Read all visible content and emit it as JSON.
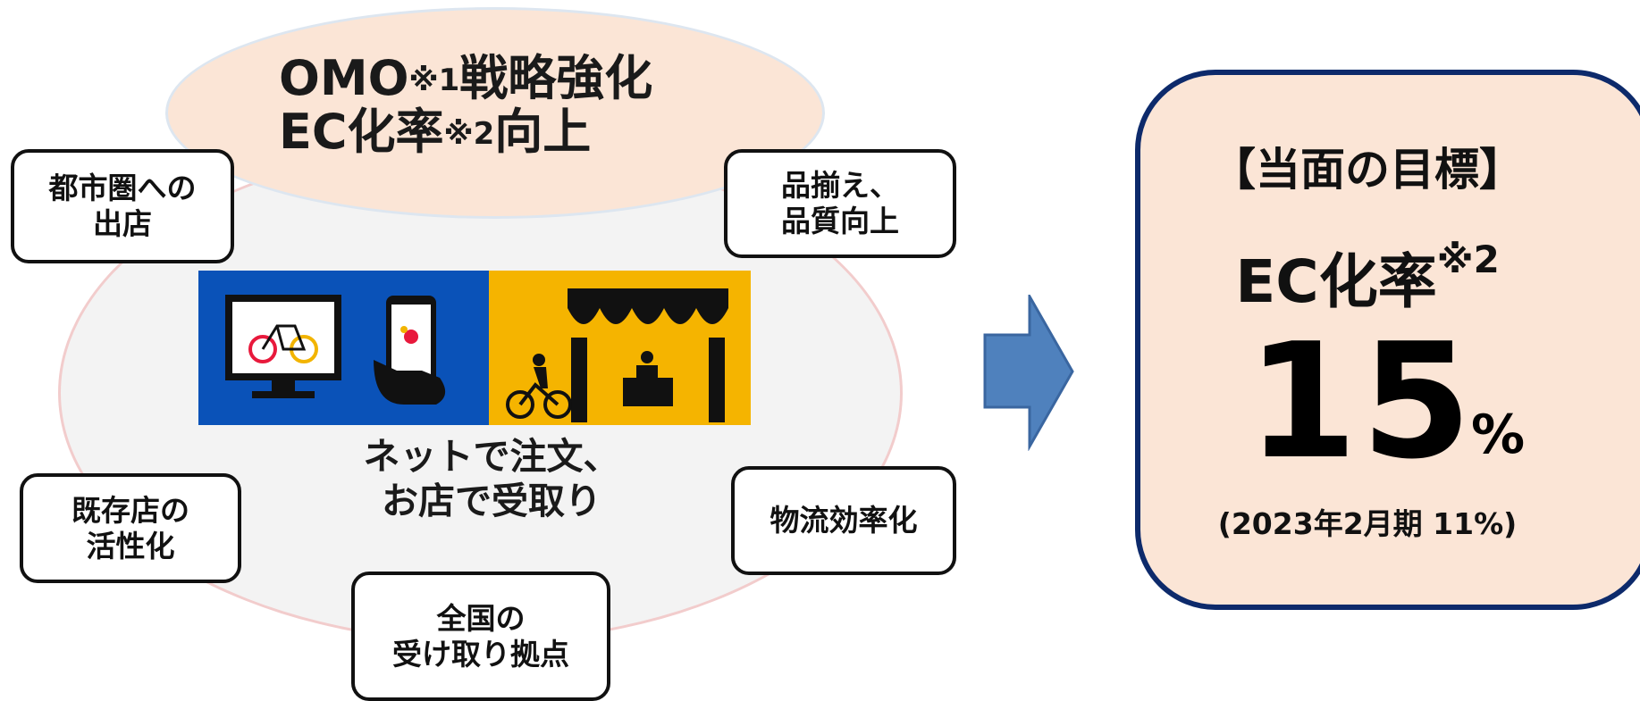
{
  "strategy": {
    "line1": "OMO",
    "line1_sup": "※1",
    "line1_rest": "戦略強化",
    "line2": "EC化率",
    "line2_sup": "※2",
    "line2_rest": "向上"
  },
  "initiatives": {
    "urban": "都市圏への\n出店",
    "assortment": "品揃え、\n品質向上",
    "existing": "既存店の\n活性化",
    "logistics": "物流効率化",
    "pickup": "全国の\n受け取り拠点"
  },
  "center_caption": "ネットで注文、\nお店で受取り",
  "goal": {
    "title": "【当面の目標】",
    "metric": "EC化率",
    "metric_sup": "※2",
    "value": "15",
    "unit": "%",
    "note": "(2023年2月期 11%)"
  },
  "colors": {
    "goal_bg": "#fbe5d6",
    "goal_border": "#0d2a6b",
    "arrow": "#4f81bd",
    "panel_blue": "#0a52b8",
    "panel_yellow": "#f5b400"
  }
}
